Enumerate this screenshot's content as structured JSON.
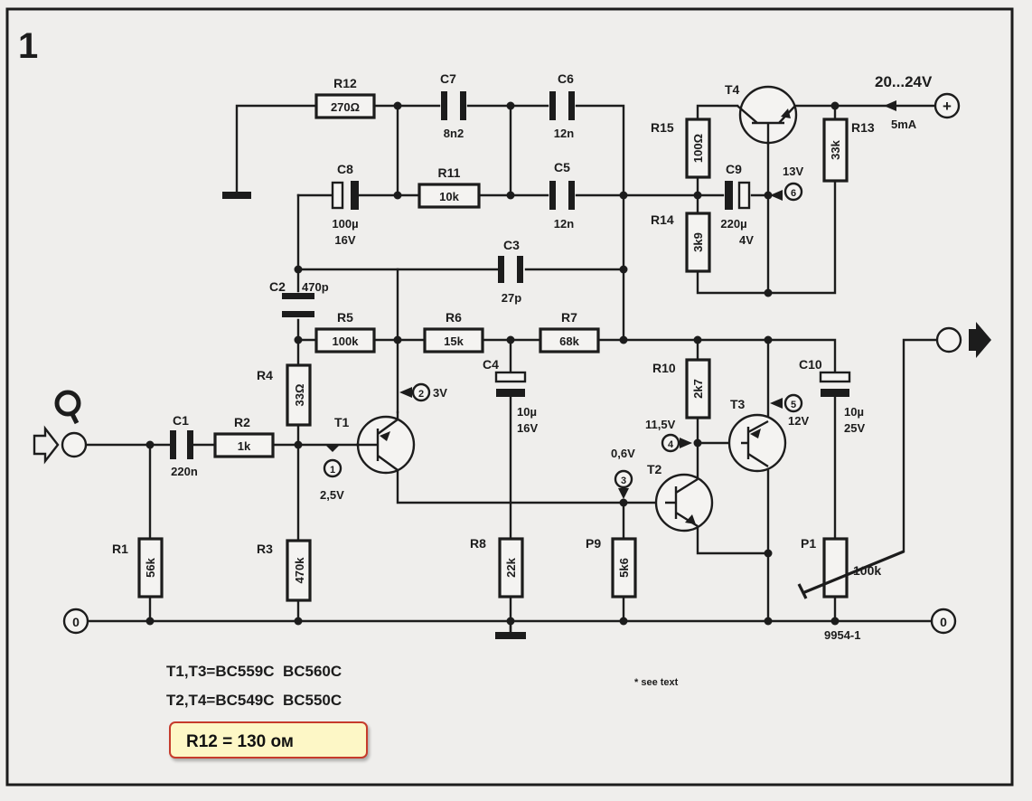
{
  "figure_number": "1",
  "supply": {
    "voltage": "20...24V",
    "current": "5mA",
    "plus": "+"
  },
  "resistors": {
    "R1": {
      "label": "R1",
      "value": "56k"
    },
    "R2": {
      "label": "R2",
      "value": "1k"
    },
    "R3": {
      "label": "R3",
      "value": "470k"
    },
    "R4": {
      "label": "R4",
      "value": "33Ω"
    },
    "R5": {
      "label": "R5",
      "value": "100k"
    },
    "R6": {
      "label": "R6",
      "value": "15k"
    },
    "R7": {
      "label": "R7",
      "value": "68k"
    },
    "R8": {
      "label": "R8",
      "value": "22k"
    },
    "P9": {
      "label": "P9",
      "value": "5k6"
    },
    "R10": {
      "label": "R10",
      "value": "2k7"
    },
    "R11": {
      "label": "R11",
      "value": "10k"
    },
    "R12": {
      "label": "R12",
      "value": "270Ω"
    },
    "R13": {
      "label": "R13",
      "value": "33k"
    },
    "R14": {
      "label": "R14",
      "value": "3k9"
    },
    "R15": {
      "label": "R15",
      "value": "100Ω"
    },
    "P1": {
      "label": "P1",
      "value": "100k"
    }
  },
  "capacitors": {
    "C1": {
      "label": "C1",
      "value": "220n"
    },
    "C2": {
      "label": "C2",
      "value": "470p"
    },
    "C3": {
      "label": "C3",
      "value": "27p"
    },
    "C4": {
      "label": "C4",
      "value": "10µ",
      "voltage": "16V"
    },
    "C5": {
      "label": "C5",
      "value": "12n"
    },
    "C6": {
      "label": "C6",
      "value": "12n"
    },
    "C7": {
      "label": "C7",
      "value": "8n2"
    },
    "C8": {
      "label": "C8",
      "value": "100µ",
      "voltage": "16V"
    },
    "C9": {
      "label": "C9",
      "value": "220µ",
      "voltage": "4V"
    },
    "C10": {
      "label": "C10",
      "value": "10µ",
      "voltage": "25V"
    }
  },
  "transistors": {
    "T1": "T1",
    "T2": "T2",
    "T3": "T3",
    "T4": "T4"
  },
  "test_points": [
    {
      "number": "1",
      "voltage": "2,5V"
    },
    {
      "number": "2",
      "voltage": "3V"
    },
    {
      "number": "3",
      "voltage": "0,6V"
    },
    {
      "number": "4",
      "voltage": "11,5V"
    },
    {
      "number": "5",
      "voltage": "12V"
    },
    {
      "number": "6",
      "voltage": "13V"
    }
  ],
  "ground_terminal": "0",
  "part_number": "9954-1",
  "transistor_types": {
    "line1": "T1,T3=BC559C  BC560C",
    "line2": "T2,T4=BC549C  BC550C"
  },
  "footnote": "* see text",
  "annotation": {
    "text": "R12 = 130 ом",
    "border_color": "#c63b2c",
    "fill_color": "#fdf7c6"
  }
}
